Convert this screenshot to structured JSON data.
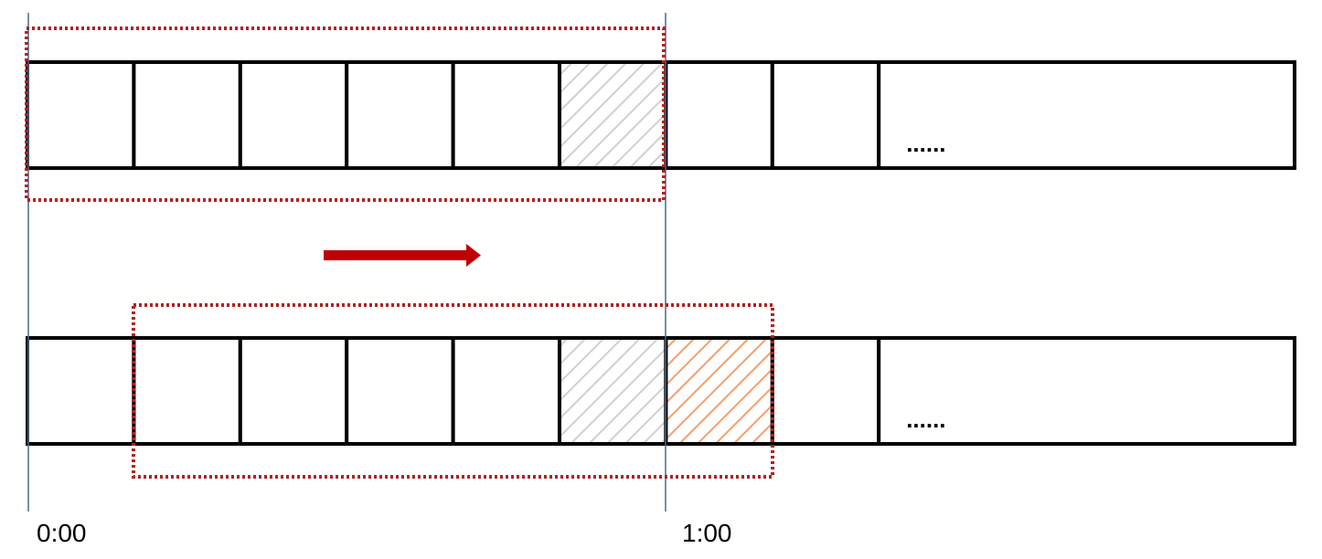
{
  "timeline": {
    "start_label": "0:00",
    "end_label": "1:00"
  },
  "rows": [
    {
      "id": "top",
      "cells": [
        "empty",
        "empty",
        "empty",
        "empty",
        "empty",
        "gray-hatched",
        "empty",
        "empty",
        "continuation"
      ],
      "window_cells": [
        0,
        5
      ],
      "continuation_text": "......"
    },
    {
      "id": "bottom",
      "cells": [
        "empty",
        "empty",
        "empty",
        "empty",
        "empty",
        "gray-hatched",
        "orange-hatched",
        "empty",
        "continuation"
      ],
      "window_cells": [
        1,
        6
      ],
      "continuation_text": "......"
    }
  ],
  "arrow": {
    "direction": "right"
  },
  "colors": {
    "cell_border": "#000000",
    "window_border": "#b22222",
    "arrow": "#c00000",
    "time_marker": "#4a6a8f",
    "hatch_gray": "#d0d0d0",
    "hatch_orange": "#f4a06a"
  }
}
